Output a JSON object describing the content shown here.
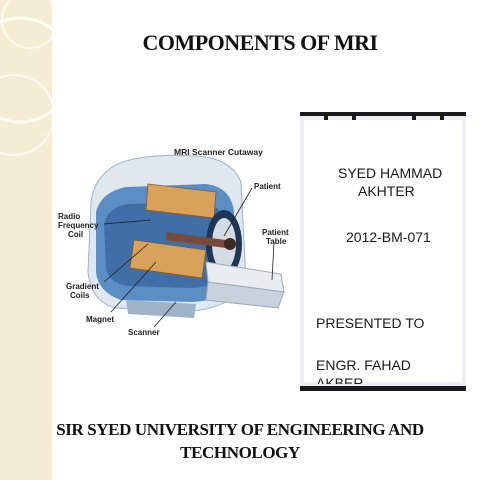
{
  "slide": {
    "title": "COMPONENTS OF MRI",
    "footer_line1": "SIR SYED UNIVERSITY OF ENGINEERING AND",
    "footer_line2": "TECHNOLOGY"
  },
  "figure": {
    "caption": "MRI Scanner Cutaway",
    "labels": {
      "patient": "Patient",
      "radio_frequency_coil_1": "Radio",
      "radio_frequency_coil_2": "Frequency",
      "radio_frequency_coil_3": "Coil",
      "patient_table_1": "Patient",
      "patient_table_2": "Table",
      "gradient_coils_1": "Gradient",
      "gradient_coils_2": "Coils",
      "magnet": "Magnet",
      "scanner": "Scanner"
    }
  },
  "panel": {
    "name_line1": "SYED HAMMAD",
    "name_line2": "AKHTER",
    "roll_number": "2012-BM-071",
    "presented_to": "PRESENTED TO",
    "teacher_line1": "ENGR. FAHAD",
    "teacher_line2": "AKBER"
  },
  "colors": {
    "side_strip": "#f5ecd4",
    "scanner_body": "#5a8ec4",
    "coil": "#d9a25a"
  }
}
